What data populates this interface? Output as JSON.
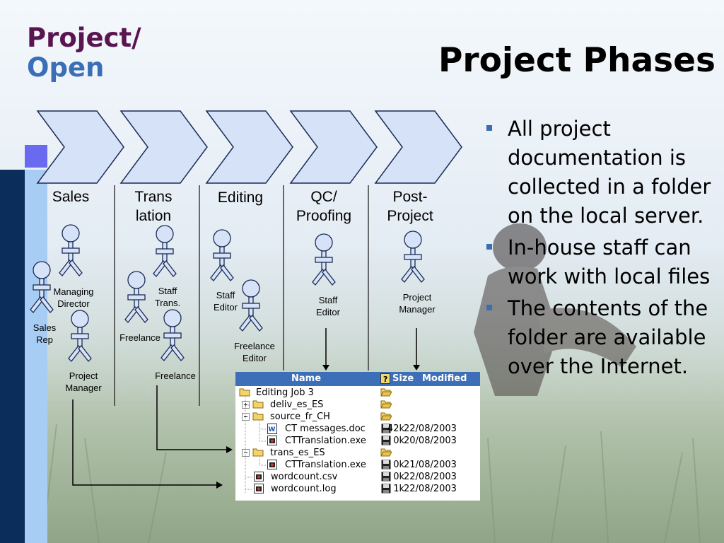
{
  "header": {
    "brand_line1": "Project/",
    "brand_line2": "Open",
    "title": "Project Phases"
  },
  "phases": [
    {
      "line1": "Sales",
      "line2": ""
    },
    {
      "line1": "Trans",
      "line2": "lation"
    },
    {
      "line1": "Editing",
      "line2": ""
    },
    {
      "line1": "QC/",
      "line2": "Proofing"
    },
    {
      "line1": "Post-",
      "line2": "Project"
    }
  ],
  "roles": {
    "managing_director": [
      "Managing",
      "Director"
    ],
    "sales_rep": [
      "Sales",
      "Rep"
    ],
    "project_manager_sales": [
      "Project",
      "Manager"
    ],
    "staff_trans": [
      "Staff",
      "Trans."
    ],
    "freelance_1": "Freelance",
    "freelance_2": "Freelance",
    "staff_editor_editing": [
      "Staff",
      "Editor"
    ],
    "freelance_editor": [
      "Freelance",
      "Editor"
    ],
    "staff_editor_qc": [
      "Staff",
      "Editor"
    ],
    "project_manager_post": [
      "Project",
      "Manager"
    ]
  },
  "bullets": [
    "All project documentation is collected in a folder on the local server.",
    "In-house staff can work with local files",
    "The contents of the folder are available over the Internet."
  ],
  "explorer": {
    "columns": {
      "name": "Name",
      "size": "Size",
      "modified": "Modified"
    },
    "rows": [
      {
        "name": "Editing Job 3",
        "size": "",
        "modified": ""
      },
      {
        "name": "deliv_es_ES",
        "size": "",
        "modified": ""
      },
      {
        "name": "source_fr_CH",
        "size": "",
        "modified": ""
      },
      {
        "name": "CT messages.doc",
        "size": "42k",
        "modified": "22/08/2003"
      },
      {
        "name": "CTTranslation.exe",
        "size": "0k",
        "modified": "20/08/2003"
      },
      {
        "name": "trans_es_ES",
        "size": "",
        "modified": ""
      },
      {
        "name": "CTTranslation.exe",
        "size": "0k",
        "modified": "21/08/2003"
      },
      {
        "name": "wordcount.csv",
        "size": "0k",
        "modified": "22/08/2003"
      },
      {
        "name": "wordcount.log",
        "size": "1k",
        "modified": "22/08/2003"
      }
    ]
  },
  "colors": {
    "brand_purple": "#5a1550",
    "brand_blue": "#3a6fb7",
    "chevron_fill": "#d6e2f8",
    "figure_fill": "#d6e2f8",
    "explorer_header": "#3d6fb8"
  }
}
